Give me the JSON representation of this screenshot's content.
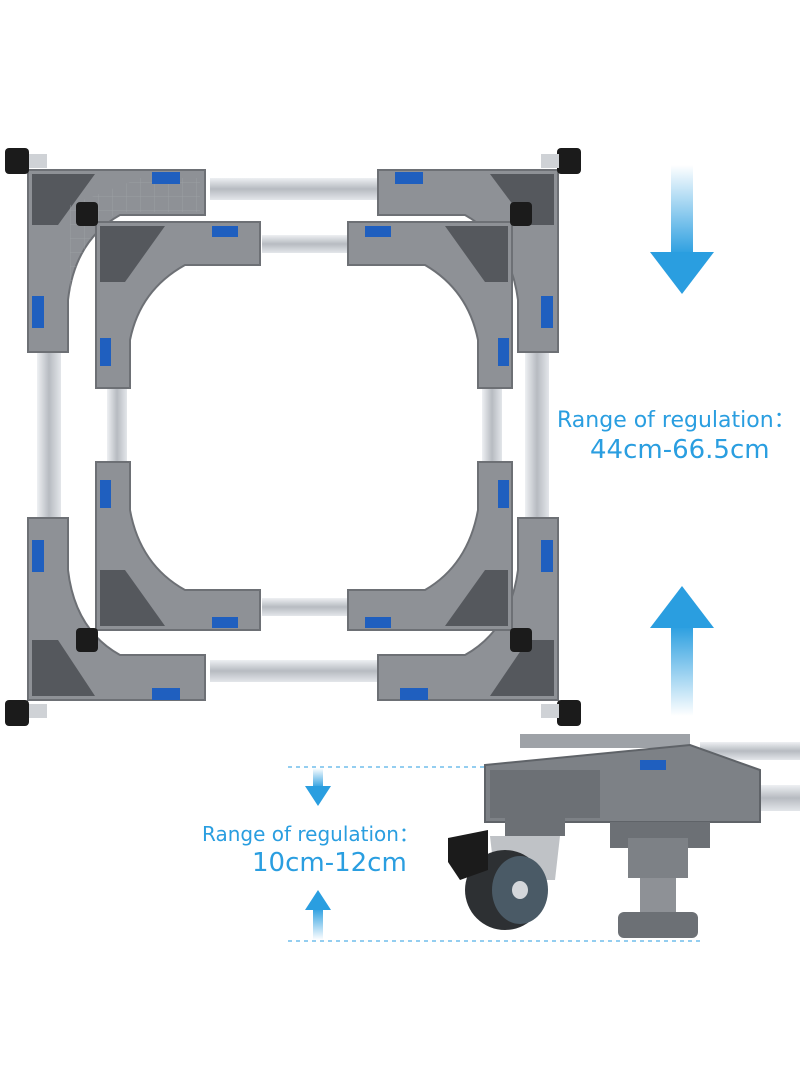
{
  "width_adjustment": {
    "label": "Range of regulation：",
    "value": "44cm-66.5cm"
  },
  "height_adjustment": {
    "label": "Range of regulation：",
    "value": "10cm-12cm"
  },
  "colors": {
    "accent": "#2a9ee0",
    "frame_gray": "#8e9196",
    "frame_dark": "#5f6368",
    "pad_dark": "#55585d",
    "rod_silver": "#c9ccd1",
    "badge_blue": "#1f5fbf"
  }
}
